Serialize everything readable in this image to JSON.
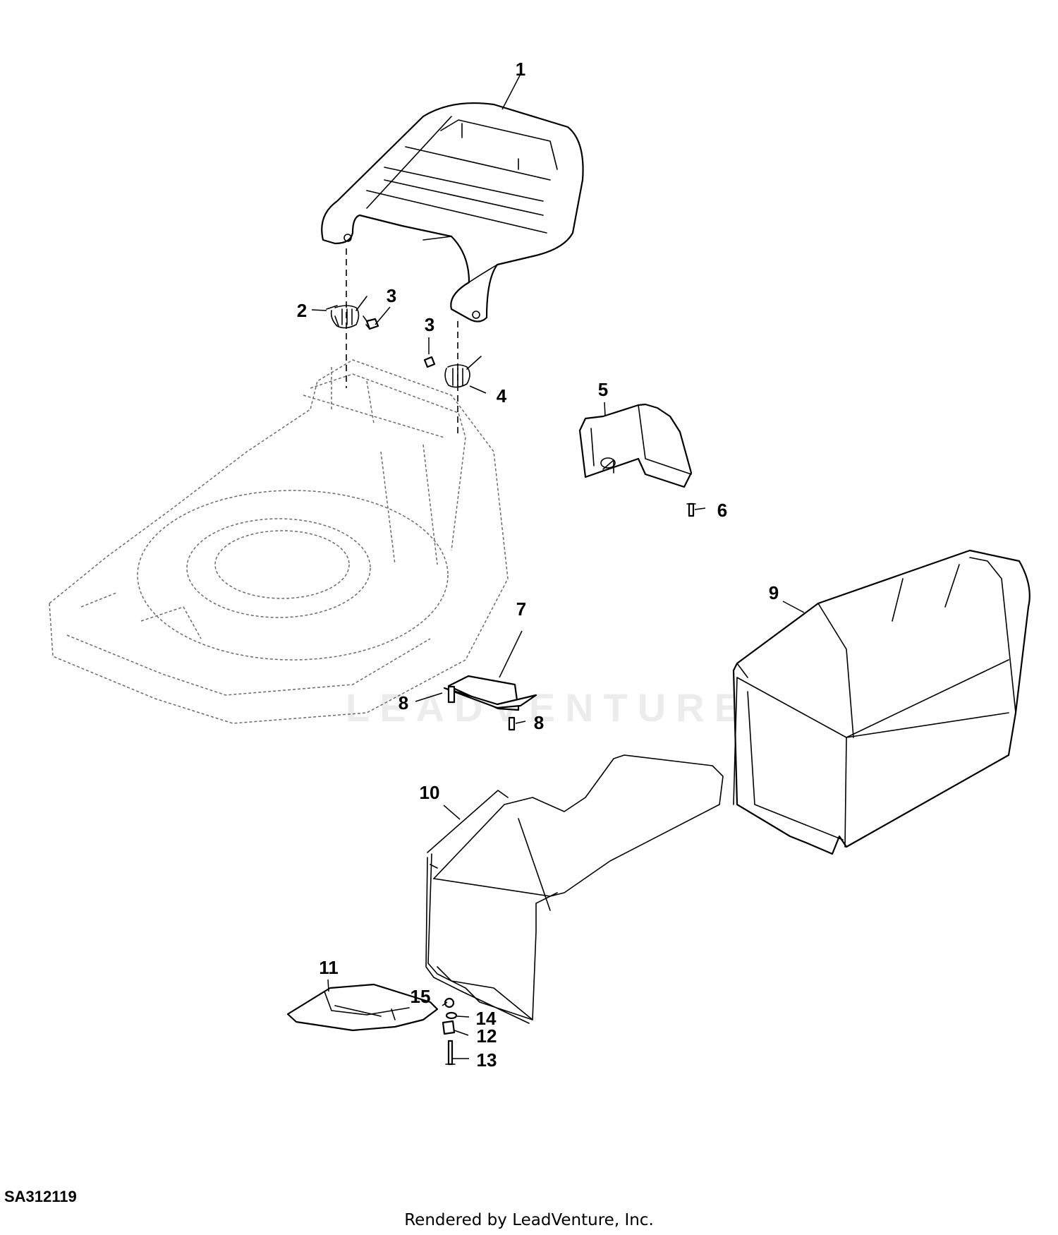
{
  "callouts": [
    {
      "id": "c1",
      "text": "1"
    },
    {
      "id": "c2",
      "text": "2"
    },
    {
      "id": "c3a",
      "text": "3"
    },
    {
      "id": "c3b",
      "text": "3"
    },
    {
      "id": "c4",
      "text": "4"
    },
    {
      "id": "c5",
      "text": "5"
    },
    {
      "id": "c6",
      "text": "6"
    },
    {
      "id": "c7",
      "text": "7"
    },
    {
      "id": "c8a",
      "text": "8"
    },
    {
      "id": "c8b",
      "text": "8"
    },
    {
      "id": "c9",
      "text": "9"
    },
    {
      "id": "c10",
      "text": "10"
    },
    {
      "id": "c11",
      "text": "11"
    },
    {
      "id": "c12",
      "text": "12"
    },
    {
      "id": "c13",
      "text": "13"
    },
    {
      "id": "c14",
      "text": "14"
    },
    {
      "id": "c15",
      "text": "15"
    }
  ],
  "figure_id": "SA312119",
  "credit": "Rendered by LeadVenture, Inc.",
  "watermark": "LEADVENTURE",
  "colors": {
    "line": "#000000",
    "background": "#ffffff",
    "phantom": "#6b6b6b"
  }
}
